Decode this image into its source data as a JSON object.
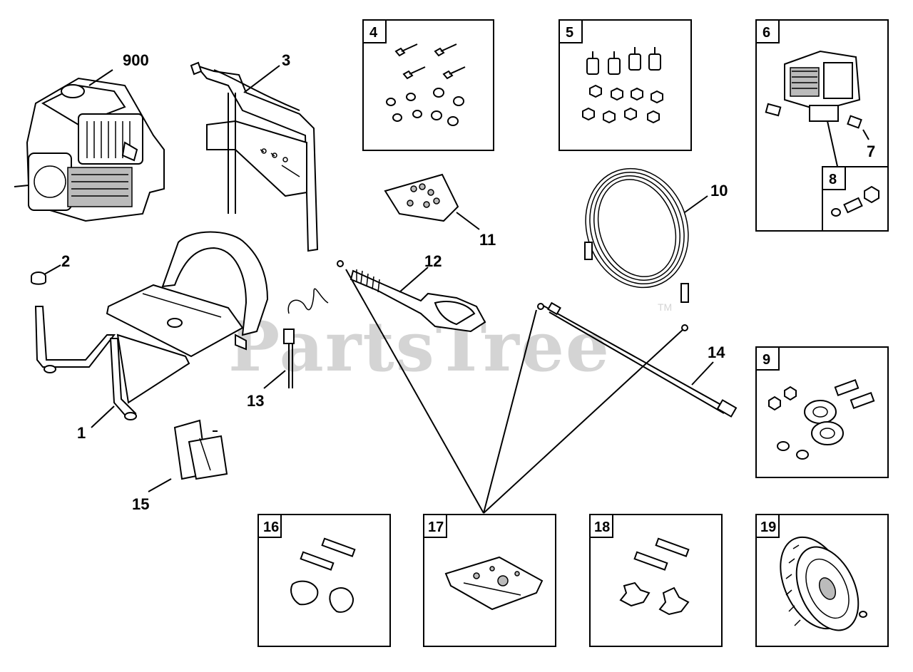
{
  "watermark": {
    "text": "PartsTree",
    "trademark": "TM"
  },
  "labels": {
    "part_900": "900",
    "part_1": "1",
    "part_2": "2",
    "part_3": "3",
    "part_7": "7",
    "part_10": "10",
    "part_11": "11",
    "part_12": "12",
    "part_13": "13",
    "part_14": "14",
    "part_15": "15"
  },
  "boxes": {
    "box_4": "4",
    "box_5": "5",
    "box_6": "6",
    "box_8": "8",
    "box_9": "9",
    "box_16": "16",
    "box_17": "17",
    "box_18": "18",
    "box_19": "19"
  }
}
